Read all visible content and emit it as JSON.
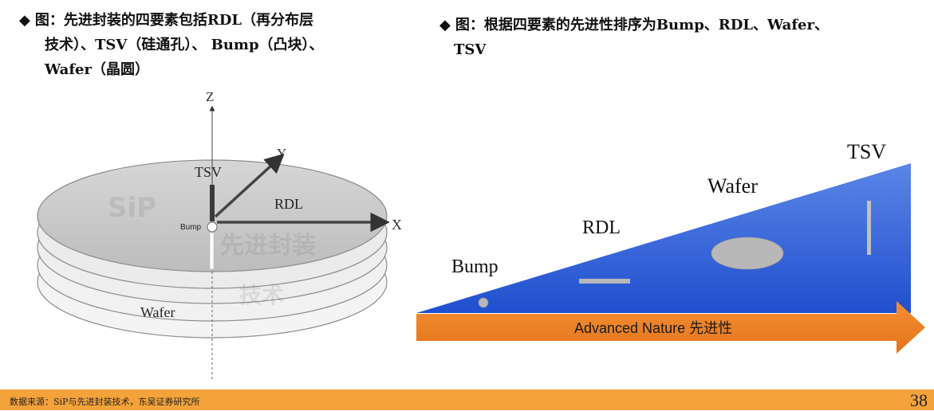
{
  "captions": {
    "bullet": "◆",
    "left_line1": "图：先进封装的四要素包括RDL（再分布层",
    "left_line2": "技术）、TSV（硅通孔）、 Bump（凸块）、",
    "left_line3": "Wafer（晶圆）",
    "right_line1": "图：根据四要素的先进性排序为Bump、RDL、Wafer、",
    "right_line2": "TSV"
  },
  "left_diagram": {
    "axis_z": "Z",
    "axis_y": "Y",
    "axis_x": "X",
    "label_tsv": "TSV",
    "label_rdl": "RDL",
    "label_bump": "Bump",
    "label_wafer": "Wafer",
    "watermark_top": "SiP",
    "watermark_mid": "先进封装",
    "watermark_bottom": "技术",
    "colors": {
      "top_disk": "#c9c9c9",
      "lower_disk": "#ececec",
      "edge": "#8c8c8c"
    }
  },
  "right_diagram": {
    "label_bump": "Bump",
    "label_rdl": "RDL",
    "label_wafer": "Wafer",
    "label_tsv": "TSV",
    "arrow_label": "Advanced Nature  先进性",
    "colors": {
      "triangle_dark": "#1f4fcf",
      "triangle_light": "#5b86e6",
      "arrow": "#f08226",
      "shape": "#b8b8b8"
    }
  },
  "footer": {
    "source": "数据来源：SiP与先进封装技术，东吴证券研究所",
    "page_number": "38",
    "color": "#f4a23a"
  }
}
